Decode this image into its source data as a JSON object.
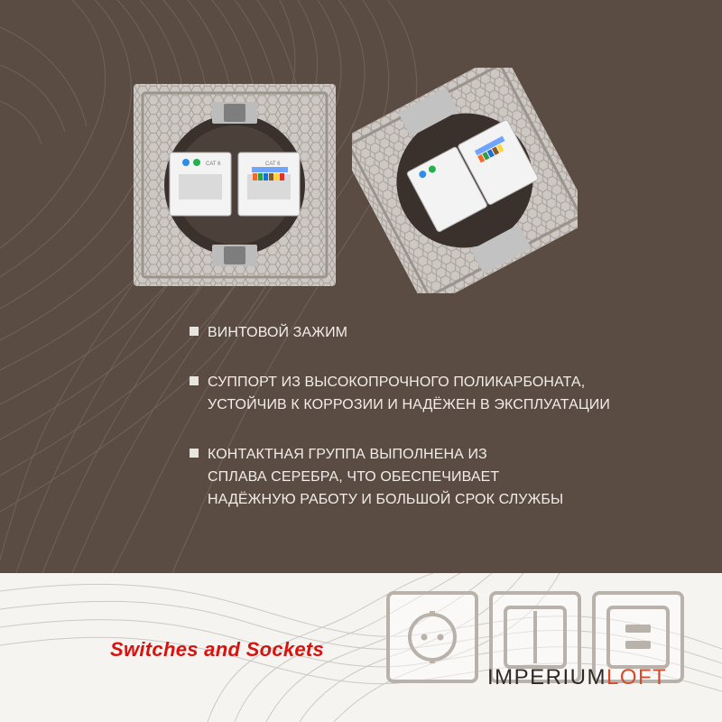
{
  "features": [
    {
      "text": "ВИНТОВОЙ ЗАЖИМ"
    },
    {
      "text": "СУППОРТ ИЗ ВЫСОКОПРОЧНОГО ПОЛИКАРБОНАТА,\nУСТОЙЧИВ К КОРРОЗИИ И НАДЁЖЕН В ЭКСПЛУАТАЦИИ"
    },
    {
      "text": "КОНТАКТНАЯ ГРУППА ВЫПОЛНЕНА ИЗ\nСПЛАВА СЕРЕБРА, ЧТО ОБЕСПЕЧИВАЕТ\nНАДЁЖНУЮ РАБОТУ И БОЛЬШОЙ СРОК СЛУЖБЫ"
    }
  ],
  "tagline": "Switches and Sockets",
  "brand": {
    "part1": "IMPERIUM",
    "part2": "LOFT"
  },
  "product_labels": {
    "cat": "CAT 6"
  },
  "icons": [
    {
      "name": "socket-icon"
    },
    {
      "name": "double-switch-icon"
    },
    {
      "name": "usb-socket-icon"
    }
  ],
  "colors": {
    "top_background": "#5a4b43",
    "bottom_background": "#f6f4f1",
    "tagline": "#d8120f",
    "brand_accent": "#d44a2d",
    "icon_outline": "#b8b2ab"
  }
}
